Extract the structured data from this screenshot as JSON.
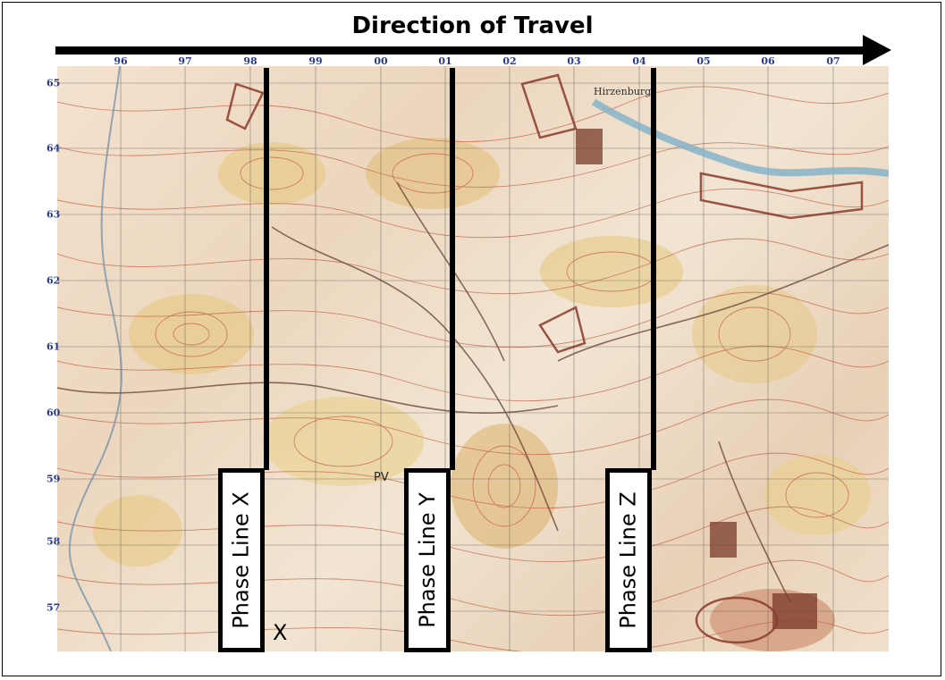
{
  "title": "Direction of Travel",
  "map": {
    "column_labels": [
      "96",
      "97",
      "98",
      "99",
      "00",
      "01",
      "02",
      "03",
      "04",
      "05",
      "06",
      "07"
    ],
    "row_labels": [
      "65",
      "64",
      "63",
      "62",
      "61",
      "60",
      "59",
      "58",
      "57"
    ],
    "phase_lines": [
      {
        "label": "Phase Line X"
      },
      {
        "label": "Phase Line Y"
      },
      {
        "label": "Phase Line Z"
      }
    ],
    "marker_x": "X",
    "marker_pv": "PV",
    "map_labels": {
      "place": "Hirzenburg"
    }
  }
}
